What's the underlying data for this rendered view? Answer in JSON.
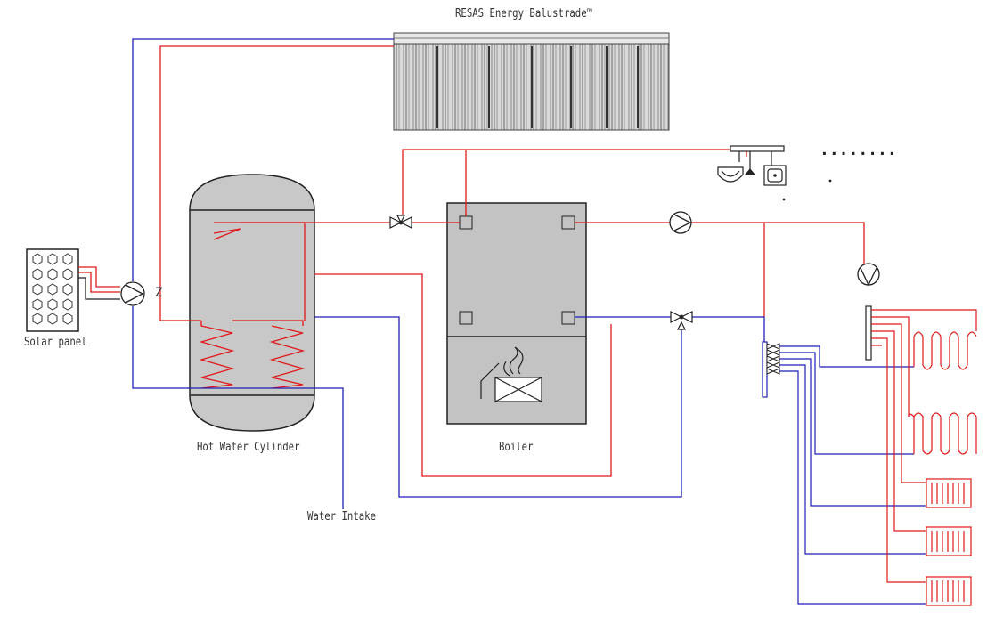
{
  "labels": {
    "collector": "RESAS Energy Balustrade™",
    "solar_panel": "Solar panel",
    "cylinder": "Hot Water Cylinder",
    "boiler": "Boiler",
    "water_intake": "Water Intake",
    "valve_mark": "Z",
    "continuation": "........"
  },
  "colors": {
    "hot": "#e0191a",
    "cold": "#1f1fb4",
    "outline": "#222222",
    "tank_fill": "#c8c8c8",
    "boiler_fill": "#c3c3c3",
    "collector_fill": "#cfcfcf"
  }
}
